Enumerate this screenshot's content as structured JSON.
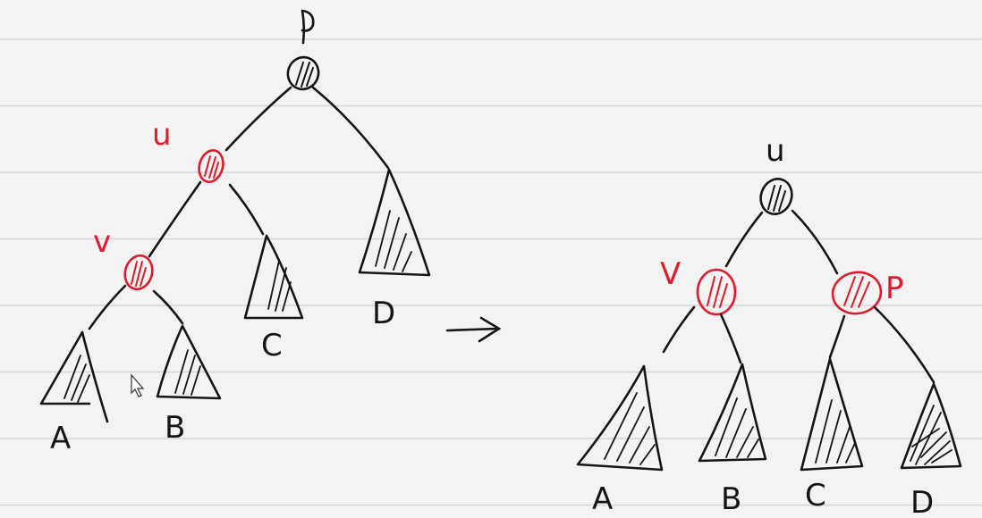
{
  "colors": {
    "ink_black": "#151515",
    "ink_red": "#e01a2a",
    "paper": "#f3f3f3",
    "rule_line": "#d4d6dc"
  },
  "before": {
    "root_label": "P",
    "child_label": "u",
    "grandchild_label": "v",
    "subtrees": [
      "A",
      "B",
      "C",
      "D"
    ]
  },
  "after": {
    "root_label": "u",
    "left_label": "V",
    "right_label": "P",
    "subtrees": [
      "A",
      "B",
      "C",
      "D"
    ]
  },
  "icons": {
    "arrow": "right-arrow-icon",
    "cursor": "mouse-pointer-icon"
  }
}
